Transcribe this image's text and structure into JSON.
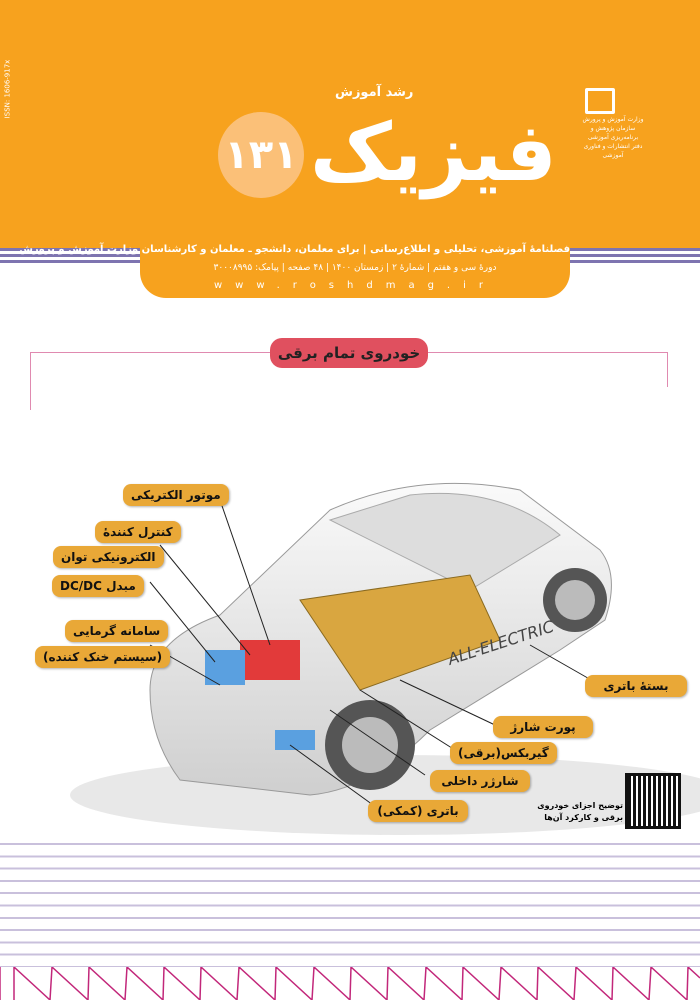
{
  "masthead": {
    "issn": "ISSN: 1606-917x",
    "brand": "رشد آموزش",
    "title": "فیزیک",
    "issue_number": "۱۳۱",
    "ministry": [
      "وزارت آموزش و پرورش",
      "سازمان پژوهش و برنامه‌ریزی آموزشی",
      "دفتر انتشارات و فناوری آموزشی"
    ],
    "tagline": "فصلنامهٔ آموزشی، تحلیلی و اطلاع‌رسانی | برای معلمان، دانشجو ـ معلمان و کارشناسان وزارت آموزش و پرورش",
    "issue_info": "دورهٔ سی و هفتم | شمارهٔ ۲ | زمستان ۱۴۰۰ | ۴۸ صفحه | پیامک: ۳۰۰۰۸۹۹۵",
    "website": "www.roshdmag.ir"
  },
  "feature": {
    "heading": "خودروی تمام برقی",
    "car_text": "ALL-ELECTRIC",
    "labels": {
      "motor": "موتور الکتریکی",
      "controller_1": "کنترل کنندهٔ",
      "controller_2": "الکترونیکی توان",
      "dcdc": "مبدل DC/DC",
      "thermal_1": "سامانه گرمایی",
      "thermal_2": "(سیستم خنک کننده)",
      "battery_pack": "بستهٔ باتری",
      "charge_port": "پورت شارژ",
      "gearbox": "گیربکس(برقی)",
      "onboard_charger": "شارژر داخلی",
      "aux_battery": "باتری (کمکی)"
    },
    "qr_caption": "توضیح اجزای خودروی برقی و کارکرد آن‌ها"
  }
}
